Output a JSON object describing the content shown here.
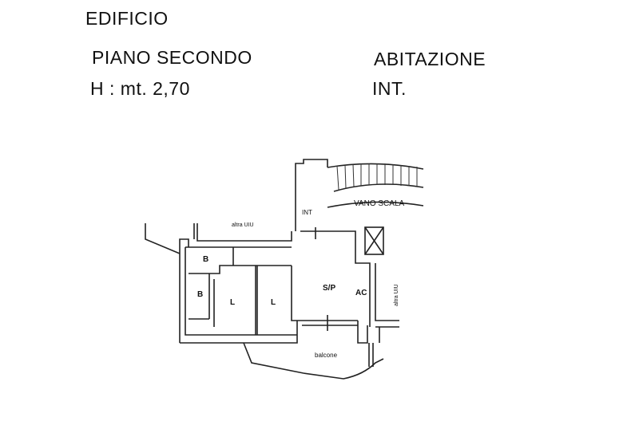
{
  "header": {
    "building": "EDIFICIO",
    "floor": "PIANO SECONDO",
    "height": "H : mt. 2,70",
    "unit_type": "ABITAZIONE",
    "unit_number": "INT."
  },
  "plan": {
    "stair_label": "VANO SCALA",
    "entrance_label": "INT",
    "other_unit_top": "altra UIU",
    "other_unit_right": "altra UIU",
    "room_bath_1": "B",
    "room_bath_2": "B",
    "room_bed_1": "L",
    "room_bed_2": "L",
    "room_living": "S/P",
    "room_kitchen": "AC",
    "balcony": "balcone"
  }
}
